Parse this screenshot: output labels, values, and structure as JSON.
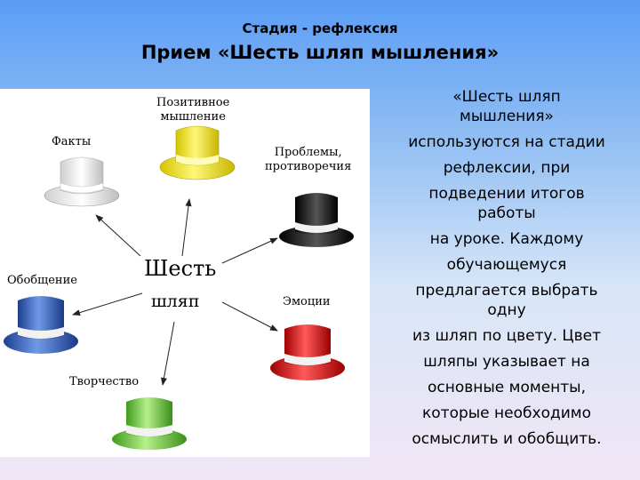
{
  "header": {
    "subtitle": "Стадия - рефлексия",
    "title": "Прием  «Шесть шляп мышления»"
  },
  "diagram": {
    "center_top": "Шесть",
    "center_bottom": "шляп",
    "labels": {
      "facts": "Факты",
      "positive": [
        "Позитивное",
        "мышление"
      ],
      "problems": [
        "Проблемы,",
        "противоречия"
      ],
      "generalization": "Обобщение",
      "emotions": "Эмоции",
      "creativity": "Творчество"
    },
    "hat_colors": {
      "white": "#e9e9e9",
      "yellow": "#f2e21a",
      "black": "#1c1c1c",
      "blue": "#2f5fbf",
      "red": "#d61a1a",
      "green": "#6cc43c"
    }
  },
  "text_lines": [
    "«Шесть шляп",
    "мышления»",
    "используются на стадии",
    "рефлексии, при",
    "подведении итогов",
    "работы",
    "на уроке. Каждому",
    "обучающемуся",
    "предлагается выбрать",
    "одну",
    "из шляп по цвету. Цвет",
    "шляпы указывает на",
    "основные моменты,",
    "которые необходимо",
    "осмыслить и обобщить."
  ]
}
